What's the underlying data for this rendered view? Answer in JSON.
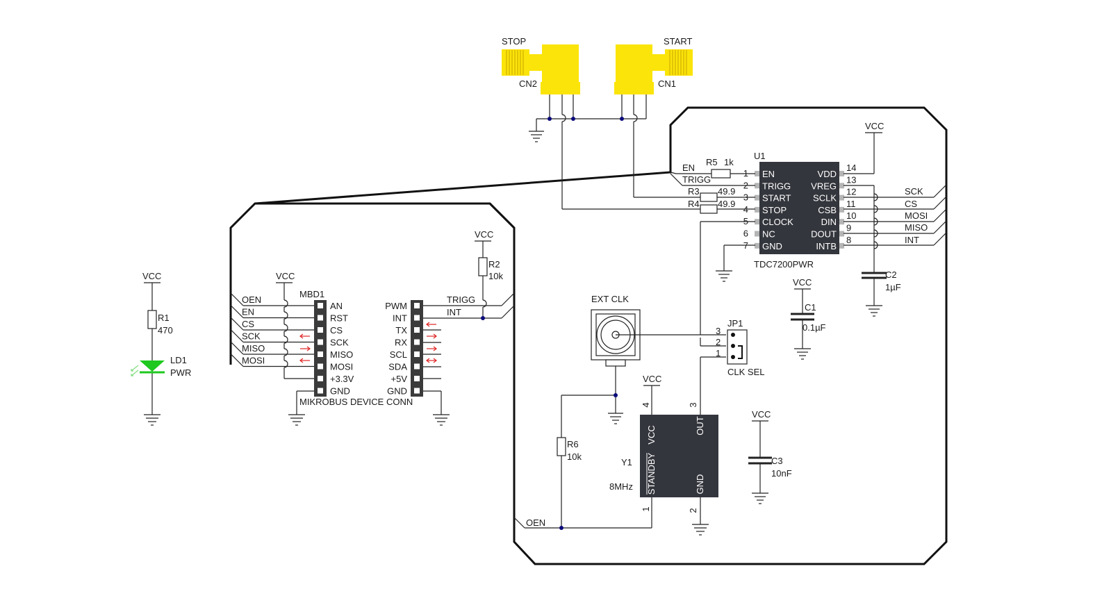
{
  "connectors": {
    "stop_label": "STOP",
    "start_label": "START",
    "cn2": "CN2",
    "cn1": "CN1"
  },
  "led_section": {
    "vcc": "VCC",
    "r1_ref": "R1",
    "r1_val": "470",
    "ld1_ref": "LD1",
    "ld1_val": "PWR",
    "led_color": "#1ec81e"
  },
  "mikrobus": {
    "ref": "MBD1",
    "title": "MIKROBUS DEVICE CONN",
    "vcc_left": "VCC",
    "vcc_right": "VCC",
    "r2_ref": "R2",
    "r2_val": "10k",
    "left_nets": [
      "OEN",
      "EN",
      "CS",
      "SCK",
      "MISO",
      "MOSI"
    ],
    "left_pins": [
      "AN",
      "RST",
      "CS",
      "SCK",
      "MISO",
      "MOSI",
      "+3.3V",
      "GND"
    ],
    "right_pins": [
      "PWM",
      "INT",
      "TX",
      "RX",
      "SCL",
      "SDA",
      "+5V",
      "GND"
    ],
    "right_nets": [
      "TRIGG",
      "INT"
    ]
  },
  "u1": {
    "ref": "U1",
    "part": "TDC7200PWR",
    "vcc": "VCC",
    "left_pins": [
      {
        "num": "1",
        "name": "EN"
      },
      {
        "num": "2",
        "name": "TRIGG"
      },
      {
        "num": "3",
        "name": "START"
      },
      {
        "num": "4",
        "name": "STOP"
      },
      {
        "num": "5",
        "name": "CLOCK"
      },
      {
        "num": "6",
        "name": "NC"
      },
      {
        "num": "7",
        "name": "GND"
      }
    ],
    "right_pins": [
      {
        "num": "14",
        "name": "VDD"
      },
      {
        "num": "13",
        "name": "VREG"
      },
      {
        "num": "12",
        "name": "SCLK"
      },
      {
        "num": "11",
        "name": "CSB"
      },
      {
        "num": "10",
        "name": "DIN"
      },
      {
        "num": "9",
        "name": "DOUT"
      },
      {
        "num": "8",
        "name": "INTB"
      }
    ],
    "left_nets": [
      "EN",
      "TRIGG"
    ],
    "right_nets": [
      "SCK",
      "CS",
      "MOSI",
      "MISO",
      "INT"
    ],
    "r5_ref": "R5",
    "r5_val": "1k",
    "r3_ref": "R3",
    "r3_val": "49.9",
    "r4_ref": "R4",
    "r4_val": "49.9",
    "c2_ref": "C2",
    "c2_val": "1µF"
  },
  "clock_section": {
    "ext_clk": "EXT CLK",
    "jp1_ref": "JP1",
    "jp1_label": "CLK SEL",
    "jp_pins": [
      "3",
      "2",
      "1"
    ],
    "c1_vcc": "VCC",
    "c1_ref": "C1",
    "c1_val": "0.1µF",
    "y1_vcc": "VCC",
    "y1_ref": "Y1",
    "y1_val": "8MHz",
    "y1_pins": {
      "vcc": "VCC",
      "out": "OUT",
      "standby": "STANDBY",
      "gnd": "GND"
    },
    "y1_pin_nums": {
      "vcc": "4",
      "out": "3",
      "standby": "1",
      "gnd": "2"
    },
    "r6_ref": "R6",
    "r6_val": "10k",
    "oen_net": "OEN",
    "c3_vcc": "VCC",
    "c3_ref": "C3",
    "c3_val": "10nF"
  }
}
